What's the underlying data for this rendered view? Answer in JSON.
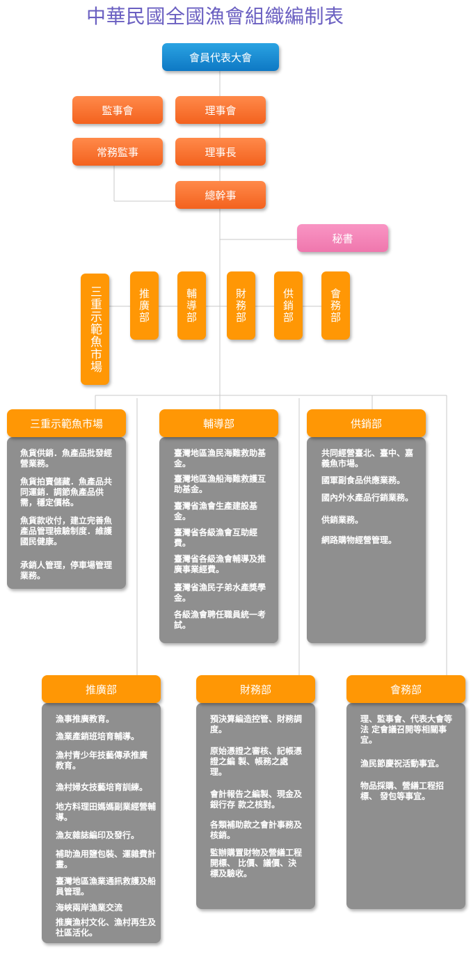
{
  "title": "中華民國全國漁會組織編制表",
  "nodes": {
    "assembly": "會員代表大會",
    "supervisors": "監事會",
    "directors": "理事會",
    "standing_supervisor": "常務監事",
    "chairman": "理事長",
    "secretary_general": "總幹事",
    "secretary": "秘書",
    "fish_market": "三重示範魚市場",
    "promotion": "推廣部",
    "guidance": "輔導部",
    "finance": "財務部",
    "supply": "供銷部",
    "affairs": "會務部"
  },
  "details": {
    "fish_market": {
      "header": "三重示範魚市場",
      "items": [
        "魚貨供銷．魚產品批發經營業務。",
        "魚貨拍賣儲藏．魚產品共同運銷．調節魚產品供需，穩定價格。",
        "魚貨款收付，建立完善魚產品管理檢驗制度．維護國民健康。",
        "承銷人管理，停車場管理業務。"
      ]
    },
    "guidance": {
      "header": "輔導部",
      "items": [
        "臺灣地區漁民海難救助基金。",
        "臺灣地區漁船海難救護互助基金。",
        "臺灣省漁會生產建設基金。",
        "臺灣省各級漁會互助經費。",
        "臺灣省各級漁會輔導及推廣事業經費。",
        "臺灣省漁民子弟水產獎學金。",
        "各級漁會聘任職員統一考試。"
      ]
    },
    "supply": {
      "header": "供銷部",
      "items": [
        "共同經營臺北、臺中、嘉義魚市場。",
        "國軍副食品供應業務。",
        "國內外水產品行銷業務。",
        "供銷業務。",
        "網路購物經營管理。"
      ]
    },
    "promotion": {
      "header": "推廣部",
      "items": [
        "漁事推廣教育。",
        "漁業產銷班培育輔導。",
        "漁村青少年技藝傳承推廣教育。",
        "漁村婦女技藝培育訓練。",
        "地方料理田媽媽副業經營輔導。",
        "漁友雜誌編印及發行。",
        "補助漁用鹽包裝、運雜費計畫。",
        "臺灣地區漁業通訊救護及船員管理。",
        "海峽兩岸漁業交流",
        "推廣漁村文化、漁村再生及社區活化。"
      ]
    },
    "finance": {
      "header": "財務部",
      "items": [
        "預決算編造控管、財務調度。",
        "原始憑證之審核、記帳憑證之編 製、帳務之處理。",
        "會計報告之編製、現金及銀行存 款之核對。",
        "各類補助款之會計事務及核銷。",
        "監辦購置財物及營繕工程開標、 比價、議價、決標及驗收。"
      ]
    },
    "affairs": {
      "header": "會務部",
      "items": [
        "理、監事會、代表大會等法 定會議召開等相關事宜。",
        "漁民節慶祝活動事宜。",
        "物品採購、營繕工程招標、 發包等事宜。"
      ]
    }
  },
  "colors": {
    "title": "#6a5fc1",
    "top_node": "#1a8fd6",
    "leadership_node": "#f8702e",
    "secretary_node": "#f285b8",
    "department": "#ff9705",
    "detail_panel": "#8f8f8f",
    "connector": "#c8c8c8"
  }
}
